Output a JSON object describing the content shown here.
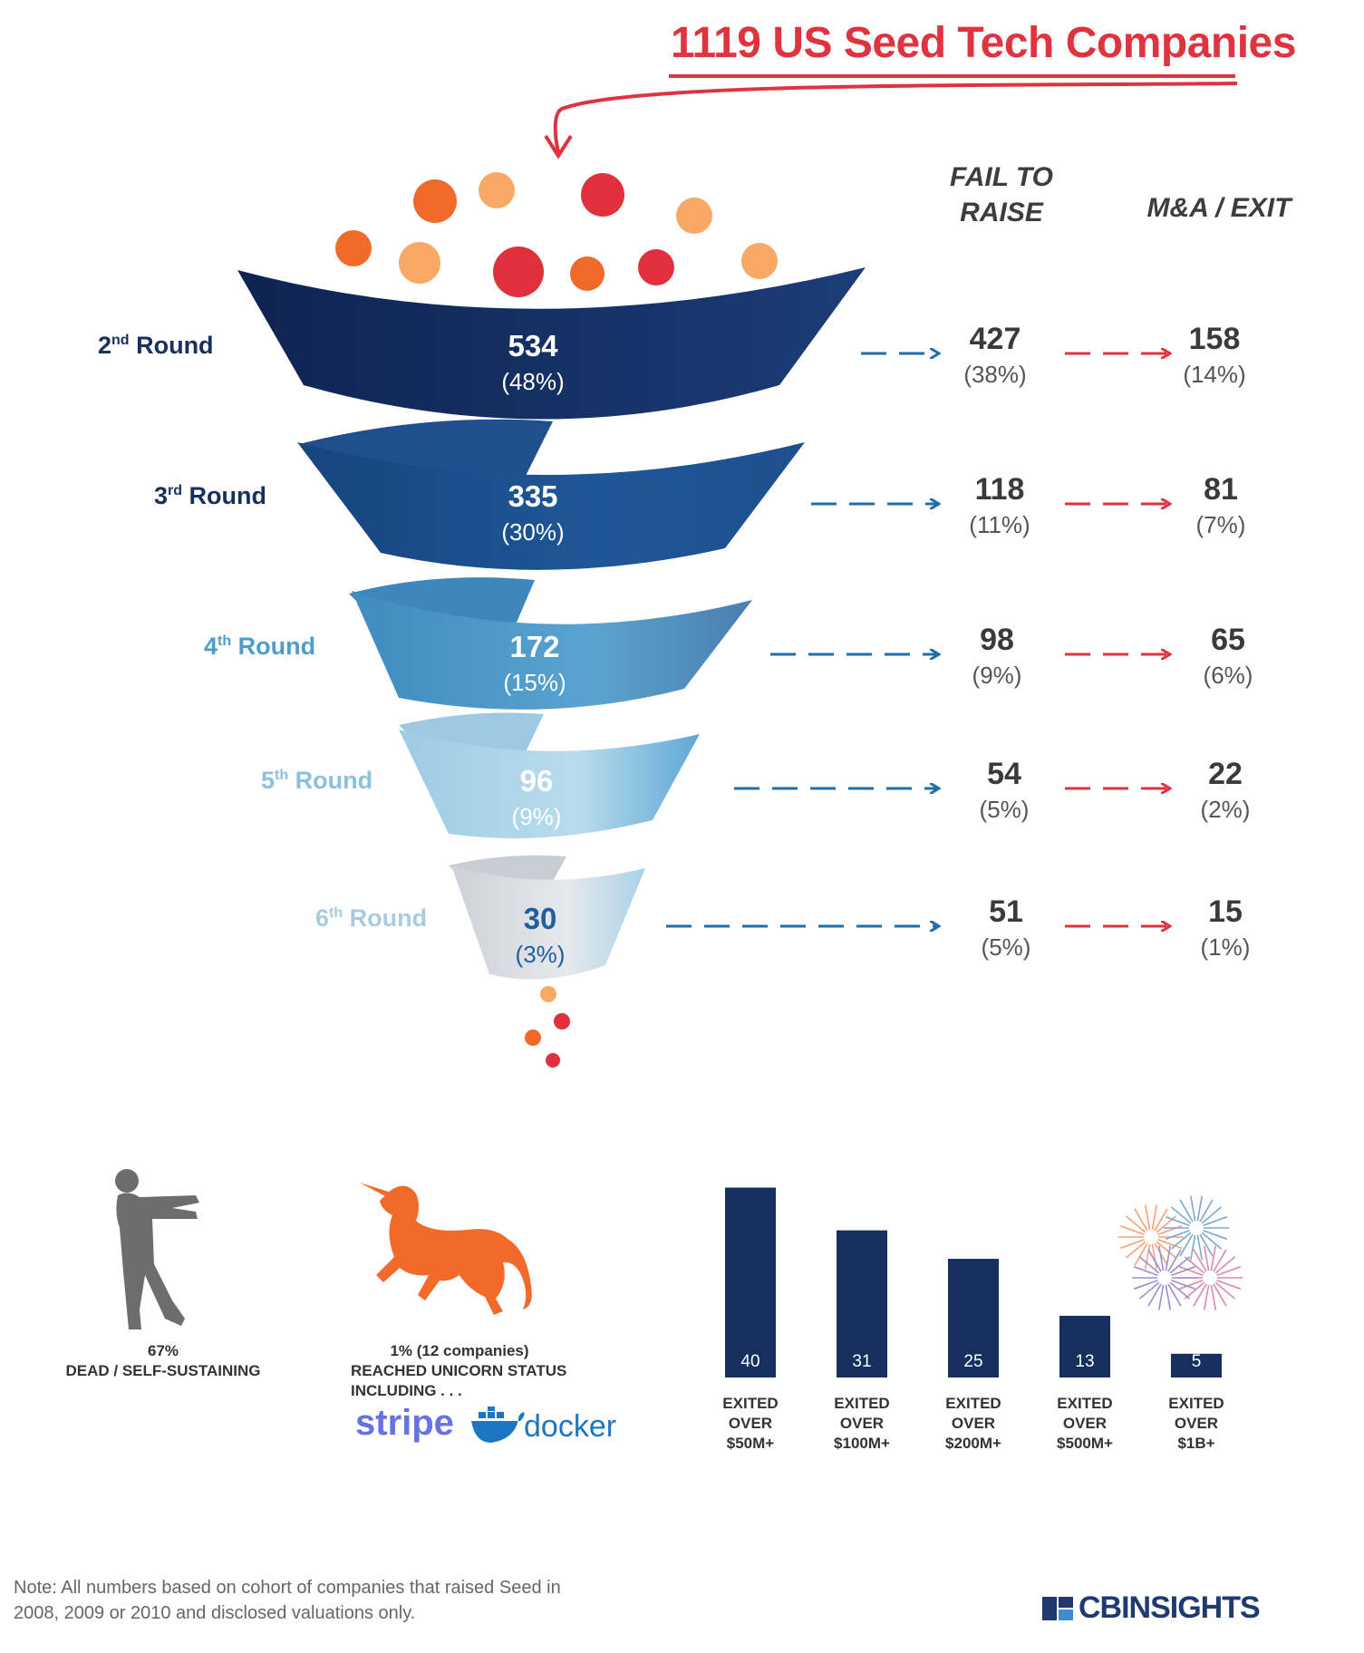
{
  "title": "1119 US Seed Tech Companies",
  "column_headers": {
    "fail": "FAIL TO RAISE",
    "exit": "M&A / EXIT"
  },
  "rounds": [
    {
      "ordinal": "2",
      "suffix": "nd",
      "word": "Round",
      "value": "534",
      "pct": "(48%)",
      "fail_value": "427",
      "fail_pct": "(38%)",
      "exit_value": "158",
      "exit_pct": "(14%)"
    },
    {
      "ordinal": "3",
      "suffix": "rd",
      "word": "Round",
      "value": "335",
      "pct": "(30%)",
      "fail_value": "118",
      "fail_pct": "(11%)",
      "exit_value": "81",
      "exit_pct": "(7%)"
    },
    {
      "ordinal": "4",
      "suffix": "th",
      "word": "Round",
      "value": "172",
      "pct": "(15%)",
      "fail_value": "98",
      "fail_pct": "(9%)",
      "exit_value": "65",
      "exit_pct": "(6%)"
    },
    {
      "ordinal": "5",
      "suffix": "th",
      "word": "Round",
      "value": "96",
      "pct": "(9%)",
      "fail_value": "54",
      "fail_pct": "(5%)",
      "exit_value": "22",
      "exit_pct": "(2%)"
    },
    {
      "ordinal": "6",
      "suffix": "th",
      "word": "Round",
      "value": "30",
      "pct": "(3%)",
      "fail_value": "51",
      "fail_pct": "(5%)",
      "exit_value": "15",
      "exit_pct": "(1%)"
    }
  ],
  "dead": {
    "pct": "67%",
    "label": "DEAD / SELF-SUSTAINING"
  },
  "unicorn": {
    "line1": "1%  (12 companies)",
    "line2": "REACHED UNICORN STATUS",
    "line3": "INCLUDING . . .",
    "logo1": "stripe",
    "logo2": "docker"
  },
  "note": "Note: All numbers based on cohort of companies that raised Seed in 2008, 2009 or 2010 and disclosed valuations only.",
  "brand": "CBINSIGHTS",
  "colors": {
    "title_red": "#e03340",
    "fail_arrow": "#1f6ea8",
    "exit_arrow": "#e03340",
    "bar": "#16305e",
    "funnel": [
      "#142a5c",
      "#1f5390",
      "#4a8fc0",
      "#a7cfe6",
      "#d9dce2"
    ],
    "round_labels": [
      "#16305e",
      "#16305e",
      "#4e9ccb",
      "#8bc0e0",
      "#a9cbe0"
    ],
    "dots": [
      "#f26a2a",
      "#f8a966",
      "#e0303e"
    ]
  },
  "chart_data": [
    {
      "type": "bar",
      "title": "",
      "categories": [
        "EXITED OVER $50M+",
        "EXITED OVER $100M+",
        "EXITED OVER $200M+",
        "EXITED OVER $500M+",
        "EXITED OVER $1B+"
      ],
      "category_lines": [
        [
          "EXITED",
          "OVER",
          "$50M+"
        ],
        [
          "EXITED",
          "OVER",
          "$100M+"
        ],
        [
          "EXITED",
          "OVER",
          "$200M+"
        ],
        [
          "EXITED",
          "OVER",
          "$500M+"
        ],
        [
          "EXITED",
          "OVER",
          "$1B+"
        ]
      ],
      "values": [
        40,
        31,
        25,
        13,
        5
      ],
      "ylim": [
        0,
        42
      ]
    },
    {
      "type": "funnel",
      "title": "1119 US Seed Tech Companies",
      "categories": [
        "2nd Round",
        "3rd Round",
        "4th Round",
        "5th Round",
        "6th Round"
      ],
      "series": [
        {
          "name": "",
          "values": [
            534,
            335,
            172,
            96,
            30
          ],
          "pct": [
            "48%",
            "30%",
            "15%",
            "9%",
            "3%"
          ]
        },
        {
          "name": "FAIL TO RAISE",
          "values": [
            427,
            118,
            98,
            54,
            51
          ],
          "pct": [
            "38%",
            "11%",
            "9%",
            "5%",
            "5%"
          ]
        },
        {
          "name": "M&A / EXIT",
          "values": [
            158,
            81,
            65,
            22,
            15
          ],
          "pct": [
            "14%",
            "7%",
            "6%",
            "2%",
            "1%"
          ]
        }
      ]
    }
  ]
}
